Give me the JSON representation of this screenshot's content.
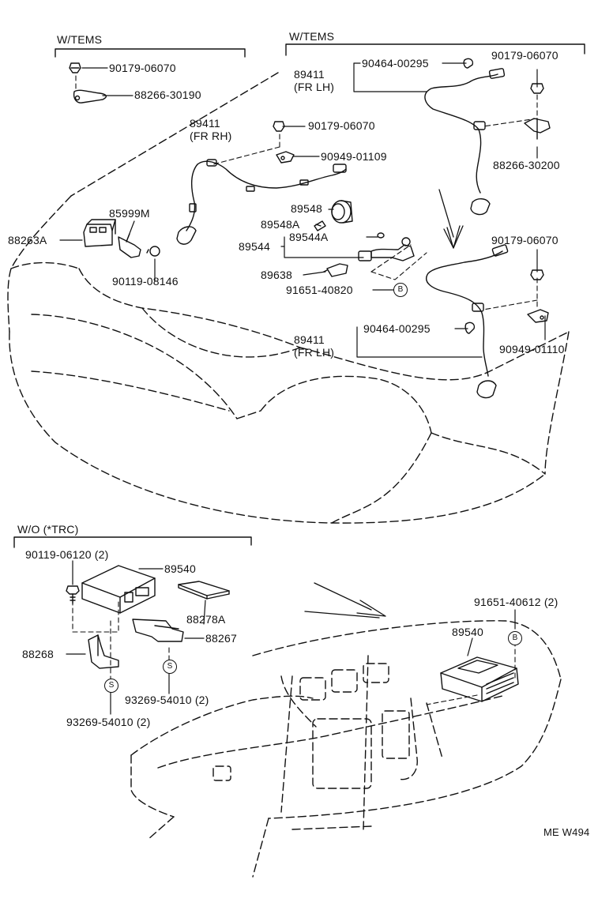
{
  "variants": {
    "w_tems_left": "W/TEMS",
    "w_tems_right": "W/TEMS",
    "wo_trc": "W/O (*TRC)"
  },
  "parts": {
    "nut_left": "90179-06070",
    "bracket_left": "88266-30190",
    "sensor_fr_rh": "89411\n(FR RH)",
    "nut_center": "90179-06070",
    "clamp_center": "90949-01109",
    "sensor_fr_lh_top": "89411\n(FR LH)",
    "clip_top_right": "90464-00295",
    "nut_top_right": "90179-06070",
    "bracket_top_right": "88266-30200",
    "relay_85999m": "85999M",
    "relay_88263a": "88263A",
    "screw_90119_08146": "90119-08146",
    "part_89548": "89548",
    "part_89548a": "89548A",
    "part_89544a": "89544A",
    "part_89544": "89544",
    "part_89638": "89638",
    "bolt_91651_40820": "91651-40820",
    "nut_mid_right": "90179-06070",
    "sensor_fr_lh_mid": "89411\n(FR LH)",
    "clip_mid_right": "90464-00295",
    "clamp_mid_right": "90949-01110",
    "screw_90119_06120": "90119-06120 (2)",
    "ecu_left": "89540",
    "bracket_88278a": "88278A",
    "bracket_88267": "88267",
    "bracket_88268": "88268",
    "nut_93269_right": "93269-54010 (2)",
    "nut_93269_left": "93269-54010 (2)",
    "bolt_91651_40612": "91651-40612 (2)",
    "ecu_right": "89540"
  },
  "markers": {
    "b_mark": "B",
    "s_mark": "S"
  },
  "footer": {
    "code": "ME W494"
  }
}
